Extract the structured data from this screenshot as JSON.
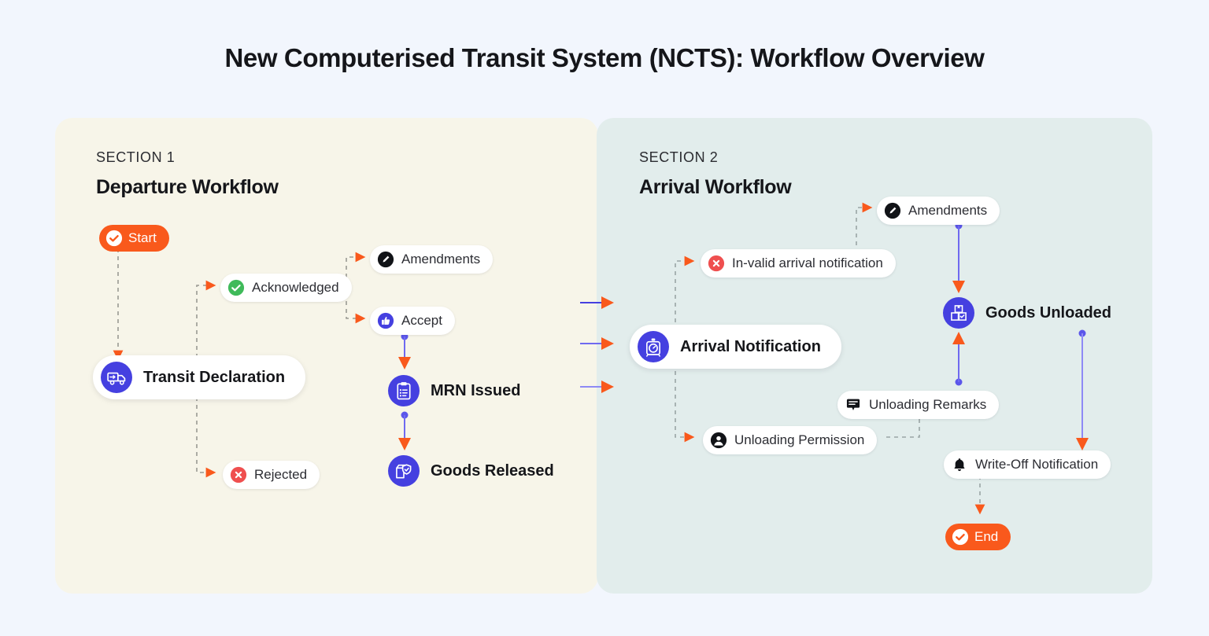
{
  "page": {
    "title": "New Computerised Transit System (NCTS): Workflow Overview",
    "background": "#f2f6fd"
  },
  "colors": {
    "accent_orange": "#f9591c",
    "blue": "#4540e0",
    "blue_line": "#6f6af0",
    "green": "#3fba5a",
    "red": "#ef4f4f",
    "black_icon": "#111317",
    "panel_left_bg": "#f7f5e9",
    "panel_right_bg": "#e2edec",
    "title_color": "#15161a"
  },
  "sections": [
    {
      "id": "section-1",
      "eyebrow": "SECTION 1",
      "title": "Departure Workflow",
      "nodes": [
        {
          "id": "start",
          "label": "Start",
          "icon": "check-circle-icon",
          "style": "pill-accent"
        },
        {
          "id": "acknowledged",
          "label": "Acknowledged",
          "icon": "check-circle-icon",
          "style": "pill"
        },
        {
          "id": "amendments",
          "label": "Amendments",
          "icon": "pencil-circle-icon",
          "style": "pill"
        },
        {
          "id": "accept",
          "label": "Accept",
          "icon": "thumbs-up-icon",
          "style": "pill"
        },
        {
          "id": "rejected",
          "label": "Rejected",
          "icon": "x-circle-icon",
          "style": "pill"
        },
        {
          "id": "transit-declaration",
          "label": "Transit Declaration",
          "icon": "truck-icon",
          "style": "big"
        },
        {
          "id": "mrn-issued",
          "label": "MRN Issued",
          "icon": "clipboard-icon",
          "style": "bare"
        },
        {
          "id": "goods-released",
          "label": "Goods Released",
          "icon": "box-shield-icon",
          "style": "bare"
        }
      ]
    },
    {
      "id": "section-2",
      "eyebrow": "SECTION 2",
      "title": "Arrival Workflow",
      "nodes": [
        {
          "id": "amendments-2",
          "label": "Amendments",
          "icon": "pencil-circle-icon",
          "style": "pill"
        },
        {
          "id": "invalid-arrival",
          "label": "In-valid arrival notification",
          "icon": "x-circle-icon",
          "style": "pill"
        },
        {
          "id": "arrival-notification",
          "label": "Arrival Notification",
          "icon": "stopwatch-icon",
          "style": "big"
        },
        {
          "id": "goods-unloaded",
          "label": "Goods Unloaded",
          "icon": "packages-icon",
          "style": "bare"
        },
        {
          "id": "unloading-remarks",
          "label": "Unloading Remarks",
          "icon": "speech-bubble-icon",
          "style": "pill"
        },
        {
          "id": "unloading-permission",
          "label": "Unloading Permission",
          "icon": "person-circle-icon",
          "style": "pill"
        },
        {
          "id": "write-off",
          "label": "Write-Off Notification",
          "icon": "bell-icon",
          "style": "pill"
        },
        {
          "id": "end",
          "label": "End",
          "icon": "check-circle-icon",
          "style": "pill-accent"
        }
      ]
    }
  ],
  "connections": [
    {
      "from": "start",
      "to": "transit-declaration",
      "style": "dashed"
    },
    {
      "from": "transit-declaration",
      "to": "acknowledged",
      "style": "dashed"
    },
    {
      "from": "transit-declaration",
      "to": "rejected",
      "style": "dashed"
    },
    {
      "from": "acknowledged",
      "to": "amendments",
      "style": "dashed"
    },
    {
      "from": "acknowledged",
      "to": "accept",
      "style": "dashed"
    },
    {
      "from": "accept",
      "to": "mrn-issued",
      "style": "solid"
    },
    {
      "from": "mrn-issued",
      "to": "goods-released",
      "style": "solid"
    },
    {
      "from": "section-1",
      "to": "arrival-notification",
      "style": "solid"
    },
    {
      "from": "arrival-notification",
      "to": "invalid-arrival",
      "style": "dashed"
    },
    {
      "from": "arrival-notification",
      "to": "unloading-permission",
      "style": "dashed"
    },
    {
      "from": "invalid-arrival",
      "to": "amendments-2",
      "style": "dashed"
    },
    {
      "from": "amendments-2",
      "to": "goods-unloaded",
      "style": "solid"
    },
    {
      "from": "unloading-permission",
      "to": "unloading-remarks",
      "style": "dashed"
    },
    {
      "from": "unloading-remarks",
      "to": "goods-unloaded",
      "style": "solid"
    },
    {
      "from": "goods-unloaded",
      "to": "write-off",
      "style": "solid"
    },
    {
      "from": "write-off",
      "to": "end",
      "style": "dashed"
    }
  ]
}
